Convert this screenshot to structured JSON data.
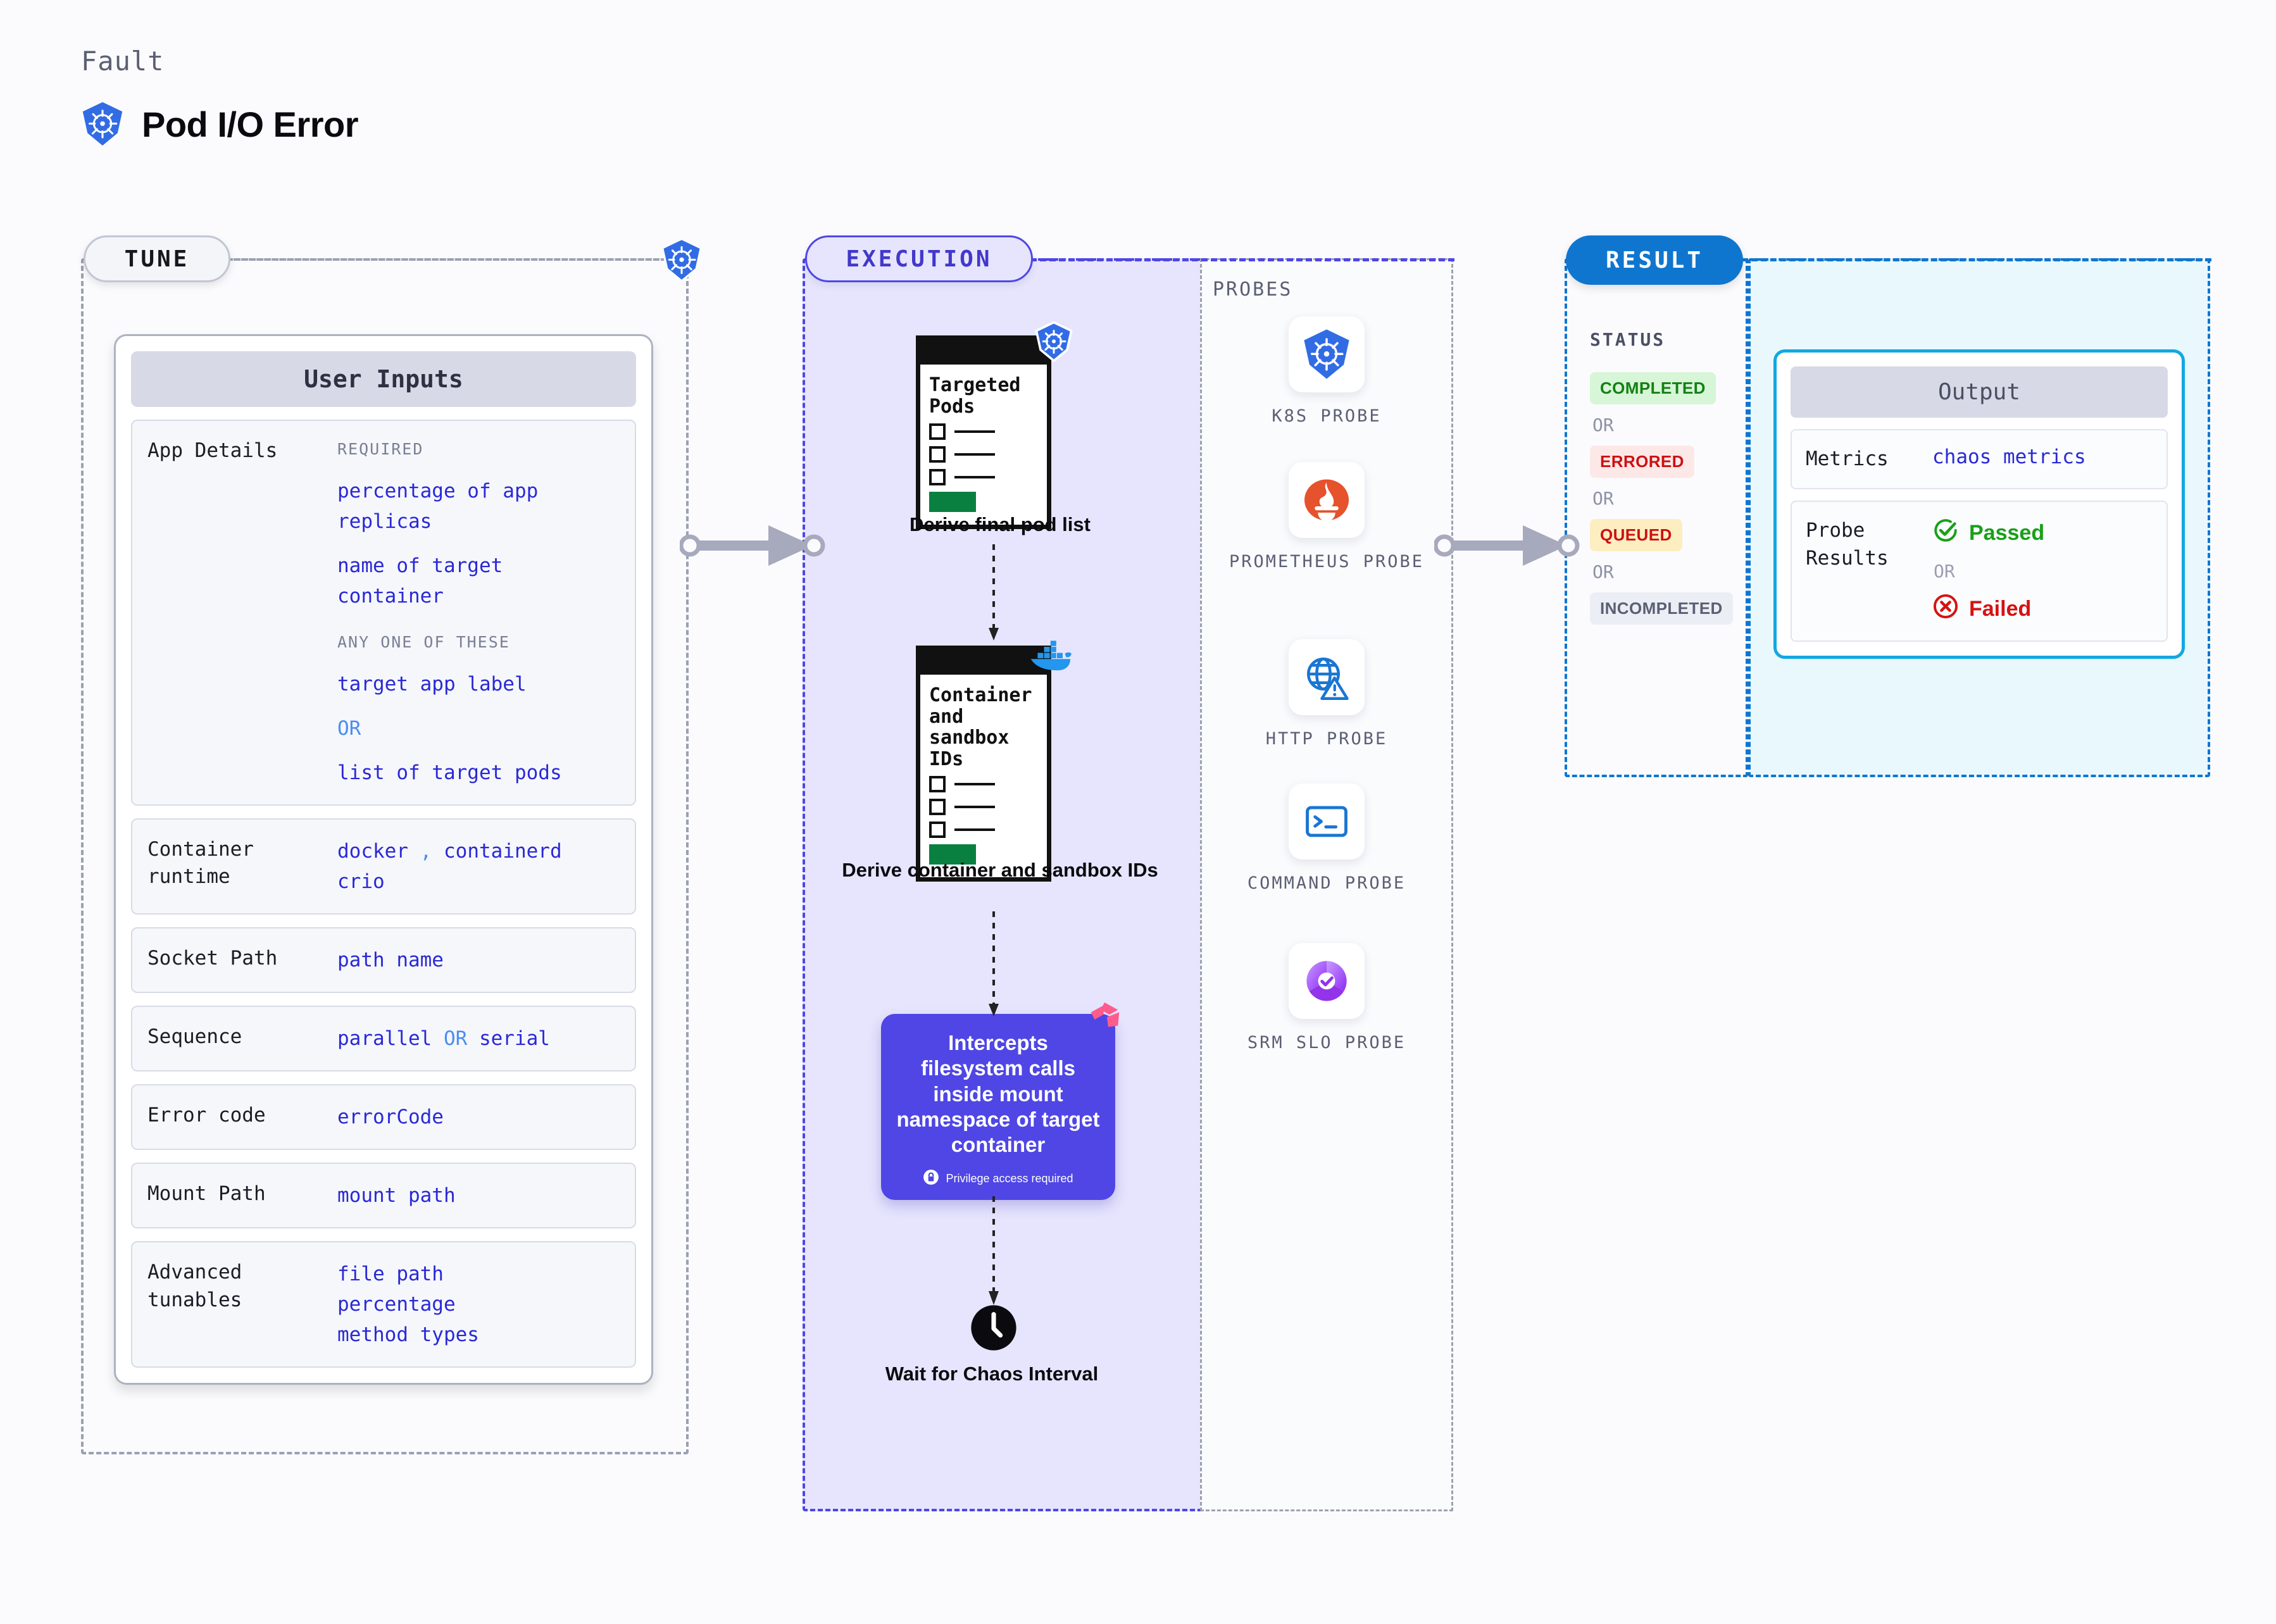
{
  "header": {
    "kicker": "Fault",
    "title": "Pod I/O Error",
    "icon": "kubernetes-icon"
  },
  "sections": {
    "tune": {
      "pill": "TUNE"
    },
    "execution": {
      "pill": "EXECUTION"
    },
    "probes": {
      "heading": "PROBES"
    },
    "result": {
      "pill": "RESULT"
    }
  },
  "user_inputs": {
    "card_title": "User Inputs",
    "rows": [
      {
        "label": "App Details",
        "required_heading": "REQUIRED",
        "required_values": [
          "percentage of app replicas",
          "name of target container"
        ],
        "anyone_heading": "ANY ONE OF THESE",
        "anyone_values": [
          "target app label",
          "list of target pods"
        ],
        "or": "OR"
      },
      {
        "label": "Container runtime",
        "values": [
          "docker",
          "containerd",
          "crio"
        ],
        "separator": ","
      },
      {
        "label": "Socket Path",
        "values": [
          "path name"
        ]
      },
      {
        "label": "Sequence",
        "values": [
          "parallel",
          "serial"
        ],
        "or": "OR"
      },
      {
        "label": "Error code",
        "values": [
          "errorCode"
        ]
      },
      {
        "label": "Mount Path",
        "values": [
          "mount path"
        ]
      },
      {
        "label": "Advanced tunables",
        "values": [
          "file path",
          "percentage",
          "method types"
        ]
      }
    ]
  },
  "execution": {
    "steps": [
      {
        "doc_title": "Targeted Pods",
        "caption": "Derive final pod list",
        "badge_icon": "kubernetes-icon"
      },
      {
        "doc_title": "Container and sandbox IDs",
        "caption": "Derive container and sandbox IDs",
        "badge_icon": "docker-icon"
      }
    ],
    "action_card": {
      "text": "Intercepts filesystem calls inside mount namespace of target container",
      "note": "Privilege access required",
      "note_icon": "lock-icon",
      "badge_icon": "litmus-icon",
      "color": "#4f46e5"
    },
    "wait": {
      "caption": "Wait for Chaos Interval",
      "icon": "clock-icon"
    }
  },
  "probes": [
    {
      "label": "K8S PROBE",
      "icon": "kubernetes-icon"
    },
    {
      "label": "PROMETHEUS PROBE",
      "icon": "prometheus-icon"
    },
    {
      "label": "HTTP PROBE",
      "icon": "globe-warning-icon"
    },
    {
      "label": "COMMAND PROBE",
      "icon": "terminal-icon"
    },
    {
      "label": "SRM SLO PROBE",
      "icon": "srm-slo-icon"
    }
  ],
  "result": {
    "status_heading": "STATUS",
    "or": "OR",
    "statuses": [
      {
        "label": "COMPLETED",
        "bg": "#d7f5d7",
        "fg": "#138013"
      },
      {
        "label": "ERRORED",
        "bg": "#fde8e8",
        "fg": "#cc1111"
      },
      {
        "label": "QUEUED",
        "bg": "#fdeec2",
        "fg": "#cc1111"
      },
      {
        "label": "INCOMPLETED",
        "bg": "#eceef5",
        "fg": "#5b5f73"
      }
    ]
  },
  "output": {
    "card_title": "Output",
    "metrics_label": "Metrics",
    "metrics_value": "chaos metrics",
    "probe_results_label": "Probe Results",
    "passed": "Passed",
    "failed": "Failed",
    "or": "OR"
  }
}
